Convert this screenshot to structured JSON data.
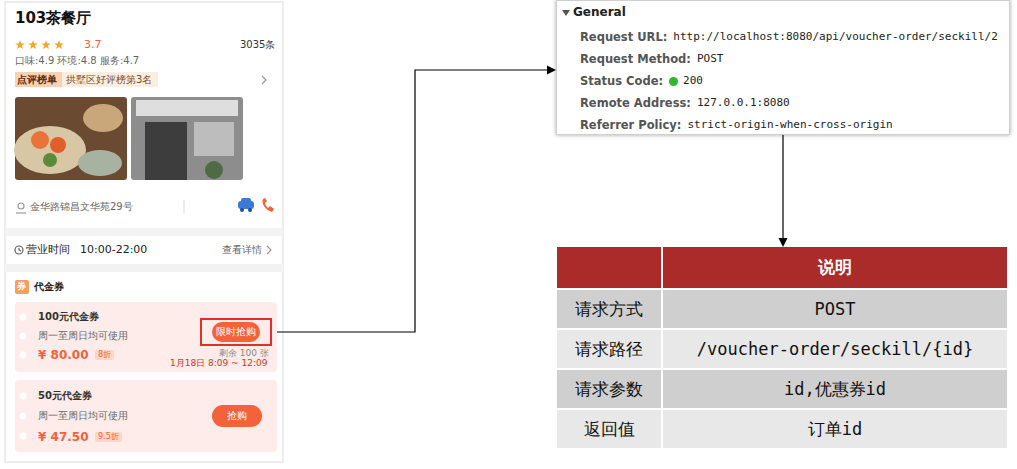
{
  "diagram": {
    "nodes": [
      {
        "text": [
          "103茶餐厅"
        ]
      },
      {
        "text": [
          "100元代金券",
          "周一至周日均可使用",
          "¥ 80.00",
          "8折",
          "剩余 100 张",
          "1月18日 8:09 ~ 12:09"
        ],
        "in": 0
      },
      {
        "text": [
          "限时抢购"
        ],
        "in": 1
      },
      {
        "text": [
          "50元代金券",
          "周一至周日均可使用",
          "¥ 47.50",
          "9.5折"
        ],
        "in": 0
      },
      {
        "text": [
          "抢购"
        ],
        "in": 3
      },
      {
        "text": [
          "General",
          "Request URL:",
          "http://localhost:8080/api/voucher-order/seckill/2",
          "Request Method:",
          "POST",
          "Status Code:",
          "200",
          "Remote Address:",
          "127.0.0.1:8080",
          "Referrer Policy:",
          "strict-origin-when-cross-origin"
        ]
      },
      {
        "text": [
          "说明",
          "请求方式",
          "POST",
          "请求路径",
          "/voucher-order/seckill/{id}",
          "请求参数",
          "id,优惠券id",
          "返回值",
          "订单id"
        ]
      }
    ],
    "edges": [
      {
        "from": 2,
        "to": 5,
        "arrow": "to"
      },
      {
        "from": 5,
        "to": 6,
        "arrow": "to"
      }
    ],
    "labels": [
      "3.7",
      "3035条",
      "口味:4.9 环境:4.8 服务:4.7",
      "点评榜单",
      "拱墅区好评榜第3名",
      "金华路锦昌文华苑29号",
      "营业时间",
      "10:00-22:00",
      "查看详情",
      "券",
      "代金券"
    ]
  }
}
